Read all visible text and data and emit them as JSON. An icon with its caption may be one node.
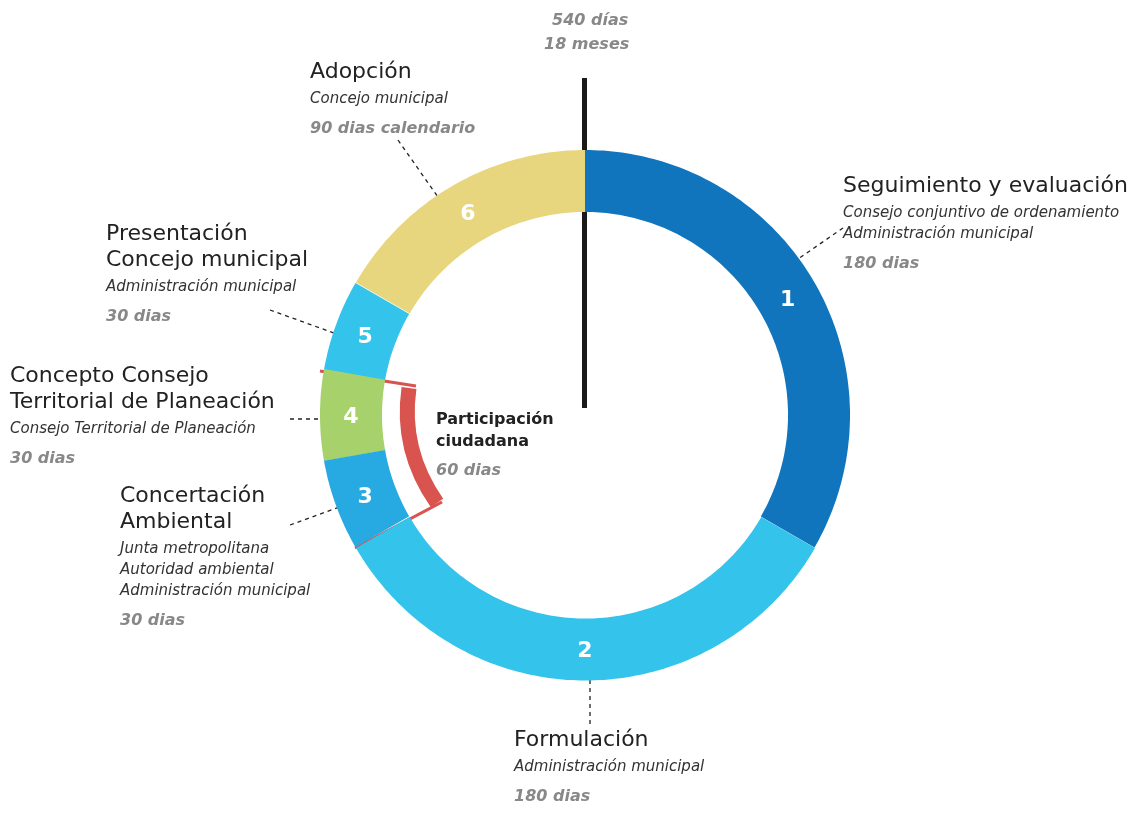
{
  "diagram": {
    "nodes": [
      {
        "text": [
          "Adopción",
          "Concejo municipal",
          "90 dias calendario"
        ]
      },
      {
        "text": [
          "6"
        ]
      },
      {
        "text": [
          "Seguimiento y evaluación",
          "Consejo conjuntivo de ordenamiento",
          "Administración municipal",
          "180 dias"
        ]
      },
      {
        "text": [
          "1"
        ]
      },
      {
        "text": [
          "Presentación Concejo municipal",
          "Administración municipal",
          "30 dias"
        ]
      },
      {
        "text": [
          "5"
        ]
      },
      {
        "text": [
          "Concepto Consejo Territorial de Planeación",
          "Consejo Territorial de Planeación",
          "30 dias"
        ]
      },
      {
        "text": [
          "4"
        ]
      },
      {
        "text": [
          "Concertación Ambiental",
          "Junta metropolitana",
          "Autoridad ambiental",
          "Administración municipal",
          "30 dias"
        ]
      },
      {
        "text": [
          "3"
        ]
      },
      {
        "text": [
          "2"
        ]
      },
      {
        "text": [
          "Formulación",
          "Administración municipal",
          "180 dias"
        ]
      }
    ],
    "edges": [
      {
        "from": 0,
        "to": 1,
        "arrow": "none",
        "style": "dashed"
      },
      {
        "from": 2,
        "to": 3,
        "arrow": "none",
        "style": "dashed"
      },
      {
        "from": 4,
        "to": 5,
        "arrow": "none",
        "style": "dashed"
      },
      {
        "from": 6,
        "to": 7,
        "arrow": "none",
        "style": "dashed"
      },
      {
        "from": 8,
        "to": 9,
        "arrow": "none",
        "style": "dashed"
      },
      {
        "from": 11,
        "to": 10,
        "arrow": "none",
        "style": "dashed"
      }
    ],
    "labels": [
      "540 días",
      "18 meses",
      "Participación ciudadana",
      "60 dias"
    ]
  }
}
